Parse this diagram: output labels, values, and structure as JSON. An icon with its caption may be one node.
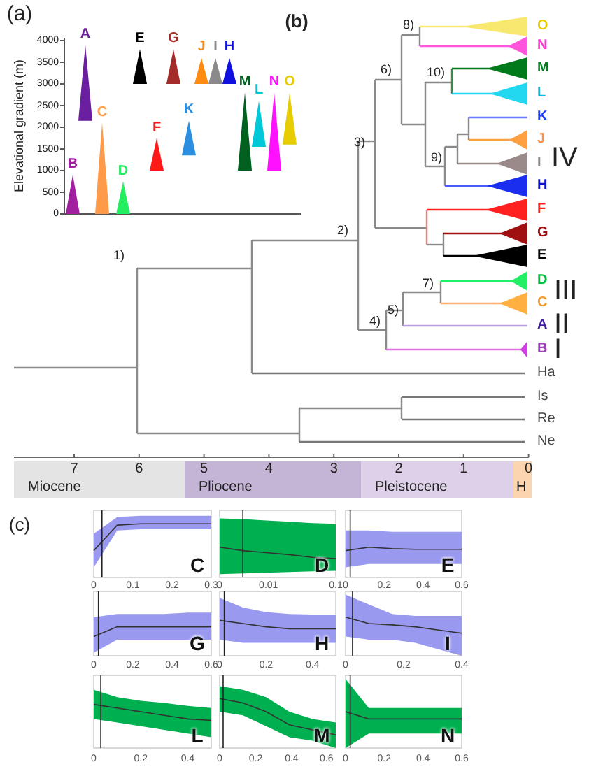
{
  "diagram": {
    "labels": [
      "(a)",
      "Elevational gradient (m)",
      "4000",
      "3500",
      "3000",
      "2500",
      "2000",
      "1500",
      "1000",
      "500",
      "0",
      "B",
      "A",
      "C",
      "D",
      "E",
      "F",
      "G",
      "K",
      "J",
      "I",
      "H",
      "M",
      "L",
      "N",
      "O",
      "(b)",
      "8)",
      "6)",
      "10)",
      "3)",
      "9)",
      "2)",
      "1)",
      "7)",
      "5)",
      "4)",
      "O",
      "N",
      "M",
      "L",
      "K",
      "J",
      "I",
      "H",
      "F",
      "G",
      "E",
      "D",
      "C",
      "A",
      "B",
      "Ha",
      "Is",
      "Re",
      "Ne",
      "IV",
      "III",
      "II",
      "I",
      "7",
      "6",
      "5",
      "4",
      "3",
      "2",
      "1",
      "0",
      "Miocene",
      "Pliocene",
      "Pleistocene",
      "H",
      "(c)",
      "C",
      "0",
      "0.1",
      "0.2",
      "0.3",
      "D",
      "0",
      "0.01",
      "0.1",
      "E",
      "0",
      "0.2",
      "0.4",
      "0.6",
      "G",
      "0",
      "0.2",
      "0.4",
      "0.6",
      "H",
      "0",
      "0.2",
      "0.4",
      "I",
      "0",
      "0.2",
      "0.4",
      "L",
      "0",
      "0.2",
      "0.4",
      "M",
      "0",
      "0.2",
      "0.4",
      "0.6",
      "N",
      "0",
      "0.2",
      "0.4",
      "0.6"
    ]
  }
}
